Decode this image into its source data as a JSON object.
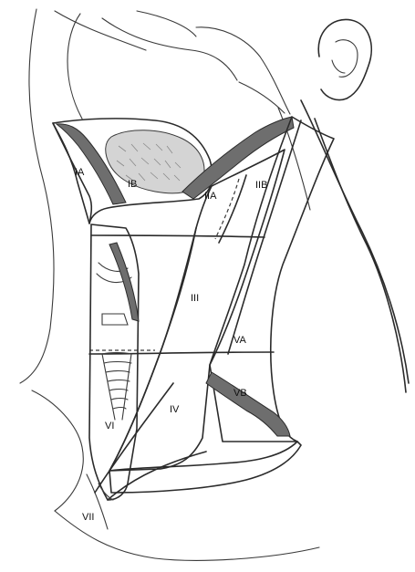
{
  "colors": {
    "background": "#ffffff",
    "region_light": "#cfcfcf",
    "region_mid": "#bdbdbd",
    "muscle_dark": "#6e6e6e",
    "line": "#2b2b2b",
    "gland_fill": "#e8e8e8"
  },
  "labels": {
    "ia": "IA",
    "ib": "IB",
    "iia": "IIA",
    "iib": "IIB",
    "iii": "III",
    "va": "VA",
    "iv": "IV",
    "vb": "VB",
    "vi": "VI",
    "vii": "VII"
  }
}
